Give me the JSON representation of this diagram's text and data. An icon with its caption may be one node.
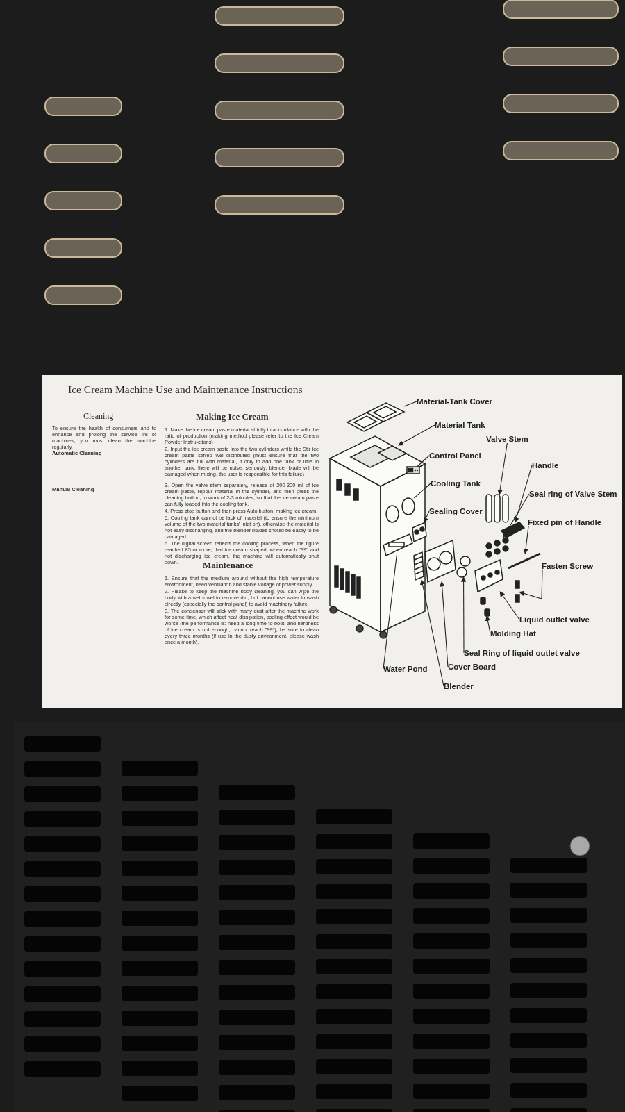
{
  "diagram": {
    "title": "Ice Cream Machine Use and Maintenance Instructions",
    "nodes": [
      {
        "text": [
          "Material-Tank Cover"
        ]
      },
      {
        "text": [
          "Material Tank"
        ]
      },
      {
        "text": [
          "Valve Stem"
        ]
      },
      {
        "text": [
          "Control Panel"
        ]
      },
      {
        "text": [
          "Handle"
        ]
      },
      {
        "text": [
          "Cooling Tank"
        ]
      },
      {
        "text": [
          "Seal ring of Valve Stem"
        ]
      },
      {
        "text": [
          "Sealing Cover"
        ]
      },
      {
        "text": [
          "Fixed pin of Handle"
        ]
      },
      {
        "text": [
          "Fasten Screw"
        ]
      },
      {
        "text": [
          "Liquid outlet valve"
        ]
      },
      {
        "text": [
          "Molding Hat"
        ]
      },
      {
        "text": [
          "Seal Ring of liquid outlet valve"
        ]
      },
      {
        "text": [
          "Cover Board"
        ]
      },
      {
        "text": [
          "Water Pond"
        ]
      },
      {
        "text": [
          "Blender"
        ]
      },
      {
        "text": [],
        "shape": "picture"
      },
      {
        "text": [],
        "shape": "picture"
      },
      {
        "text": [],
        "shape": "picture"
      },
      {
        "text": [],
        "shape": "picture"
      },
      {
        "text": [],
        "shape": "picture"
      },
      {
        "text": [],
        "shape": "picture"
      },
      {
        "text": [],
        "shape": "picture"
      },
      {
        "text": [],
        "shape": "picture"
      },
      {
        "text": [],
        "shape": "picture"
      },
      {
        "text": [],
        "shape": "picture"
      },
      {
        "text": [],
        "shape": "picture"
      },
      {
        "text": [],
        "shape": "picture"
      },
      {
        "text": [],
        "shape": "picture"
      },
      {
        "text": [],
        "shape": "picture"
      },
      {
        "text": [],
        "shape": "picture"
      },
      {
        "text": [],
        "shape": "picture"
      }
    ],
    "edges": [
      {
        "from": 0,
        "to": 16,
        "arrow": "none"
      },
      {
        "from": 1,
        "to": 17,
        "arrow": "to"
      },
      {
        "from": 2,
        "to": 18,
        "arrow": "to"
      },
      {
        "from": 3,
        "to": 19,
        "arrow": "none"
      },
      {
        "from": 4,
        "to": 20,
        "arrow": "to"
      },
      {
        "from": 5,
        "to": 21,
        "arrow": "none"
      },
      {
        "from": 6,
        "to": 22,
        "arrow": "to"
      },
      {
        "from": 7,
        "to": 23,
        "arrow": "to"
      },
      {
        "from": 8,
        "to": 24,
        "arrow": "to"
      },
      {
        "from": 9,
        "to": 25,
        "arrow": "to"
      },
      {
        "from": 10,
        "to": 26,
        "arrow": "to"
      },
      {
        "from": 11,
        "to": 27,
        "arrow": "to"
      },
      {
        "from": 12,
        "to": 28,
        "arrow": "to"
      },
      {
        "from": 13,
        "to": 29,
        "arrow": "to"
      },
      {
        "from": 14,
        "to": 30,
        "arrow": "none"
      },
      {
        "from": 15,
        "to": 31,
        "arrow": "to"
      }
    ],
    "labels": [
      "Cleaning",
      "To ensure the health of consumers and to enhance and prolong the service life of machines, you must clean the machine regularly.",
      "Automatic Cleaning",
      "Manual Cleaning",
      "Making Ice Cream",
      "1. Make the ice cream paste material strictly in accordance with the ratio of production (making method please refer to the Ice Cream Powder Instru-ctions)",
      "2. Input the ice cream paste into the two cylinders while the Stir ice cream paste stirred well-distributed (must ensure that the two cylinders are full with material, if only to add one tank or little in another tank, there will be noise, seriously, blender blade will be damaged when mixing, the user is responsible for this failure)",
      "3. Open the valve stem separately, release of 200-300 ml of ice cream paste, repour material in the cylinder, and then press the cleaning button, to work of 2-3 minutes, so that the ice cream paste can fully loaded into the cooling tank.",
      "4. Press stop button and then press Auto button, making ice cream.",
      "5. Cooling tank cannot be lack of material (to ensure the minimum volume of the two material tanks' inlet on), otherwise the material is not easy discharging, and the blender blades should be easily to be damaged.",
      "6. The digital screen reflects the cooling process, when the figure reached 85 or more, that ice cream shaped, when reach \"99\" and not discharging ice cream, the machine will automatically shut down.",
      "Maintenance",
      "1. Ensure that the medium around without the high temperature environment, need ventilation and stable voltage of power supply.",
      "2. Please to keep the machine body cleaning, you can wipe the body with a wet towel to remove dirt, but cannot use water to wash directly (especially the control panel) to avoid machinery failure.",
      "3. The condenser will stick with many dust after the machine work for some time, which affect heat dissipation, cooling effect would be worse (the performance is: need a long time to boot, and hardness of ice cream is not enough, cannot reach \"99\"), be sure to clean every three months (if use in the dusty environment, please wash once a month)."
    ]
  }
}
